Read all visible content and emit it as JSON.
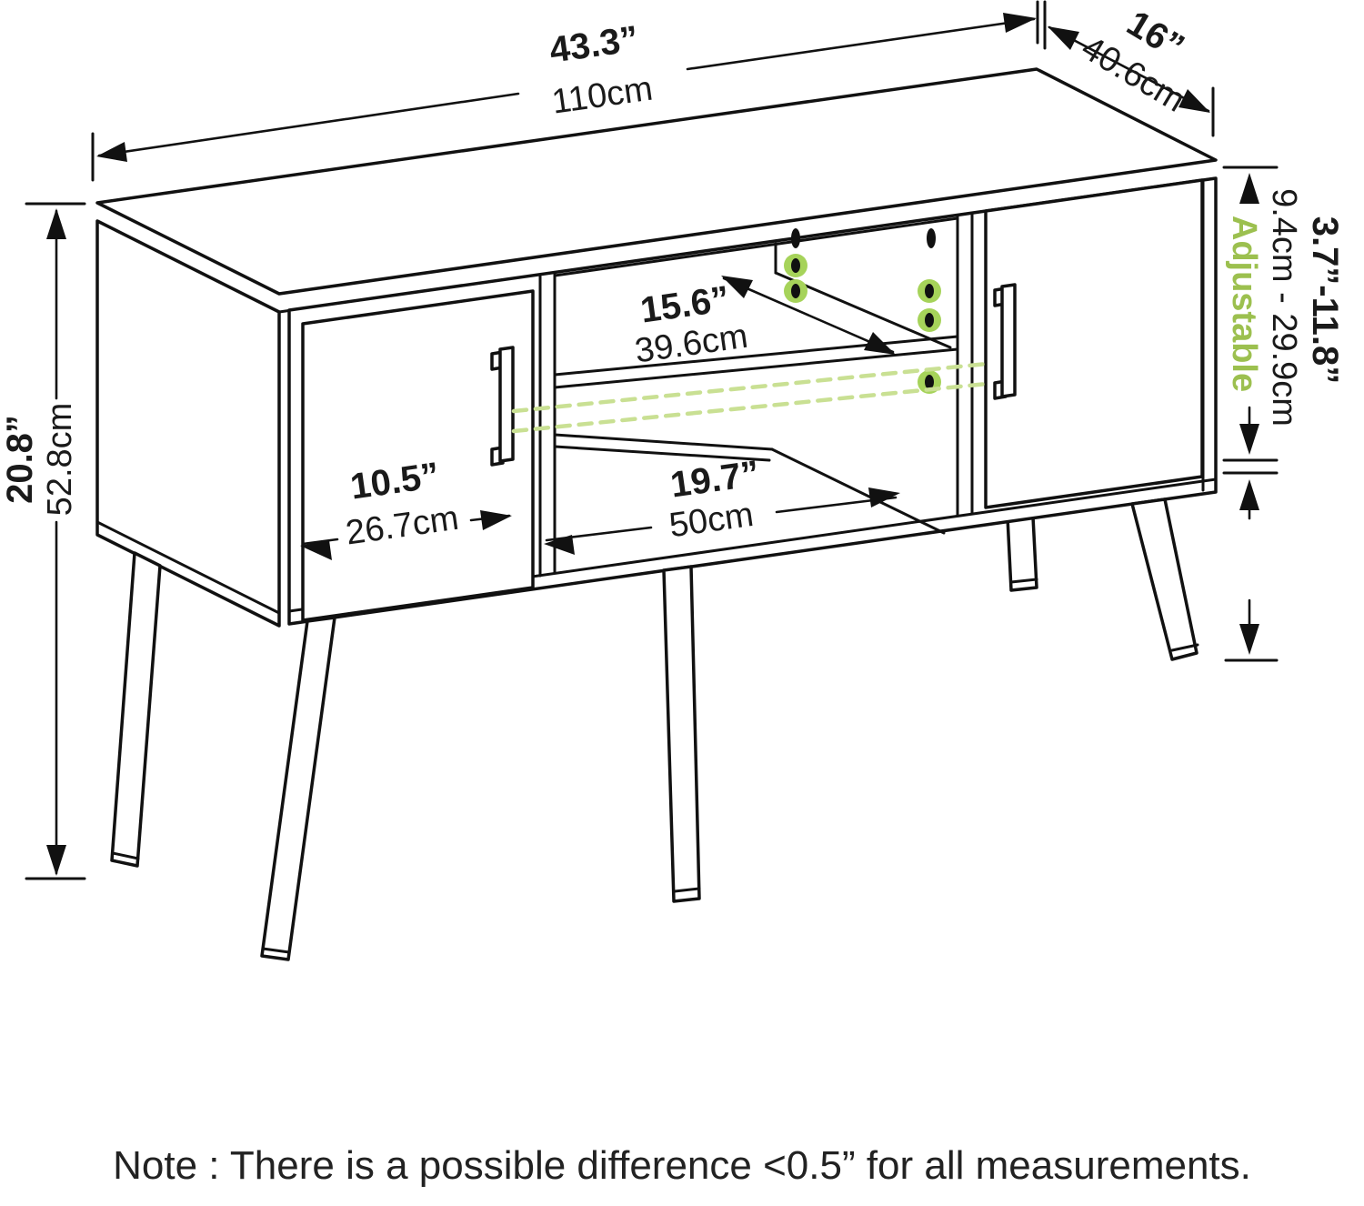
{
  "figure": {
    "note": "Note : There is a possible difference <0.5” for all measurements.",
    "dims": {
      "width_in": "43.3”",
      "width_cm": "110cm",
      "depth_in": "16”",
      "depth_cm": "40.6cm",
      "height_in": "20.8”",
      "height_cm": "52.8cm",
      "shelf_depth_in": "15.6”",
      "shelf_depth_cm": "39.6cm",
      "opening_in": "19.7”",
      "opening_cm": "50cm",
      "door_in": "10.5”",
      "door_cm": "26.7cm",
      "adj_in": "3.7”-11.8”",
      "adj_cm": "9.4cm - 29.9cm",
      "adj_label": "Adjustable"
    },
    "colors": {
      "ink": "#111111",
      "green_text": "#9cc04f",
      "green_dash": "#c9e093",
      "green_hole": "#a6d35a"
    }
  }
}
